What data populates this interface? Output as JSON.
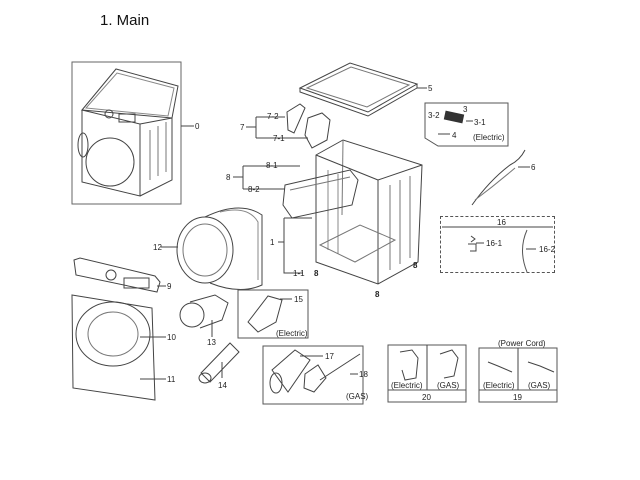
{
  "title": "1. Main",
  "parts": {
    "p0": "0",
    "p1": "1",
    "p1_1": "1-1",
    "p3": "3",
    "p3_1": "3-1",
    "p3_2": "3-2",
    "p4": "4",
    "p5": "5",
    "p6": "6",
    "p7": "7",
    "p7_1": "7-1",
    "p7_2": "7-2",
    "p8": "8",
    "p8_1": "8-1",
    "p8_2": "8-2",
    "p9": "9",
    "p10": "10",
    "p11": "11",
    "p12": "12",
    "p13": "13",
    "p14": "14",
    "p15": "15",
    "p16": "16",
    "p16_1": "16-1",
    "p16_2": "16-2",
    "p17": "17",
    "p18": "18",
    "p19": "19",
    "p20": "20"
  },
  "notes": {
    "electric": "(Electric)",
    "gas": "(GAS)",
    "power_cord": "(Power Cord)",
    "screw_marker": "8"
  }
}
